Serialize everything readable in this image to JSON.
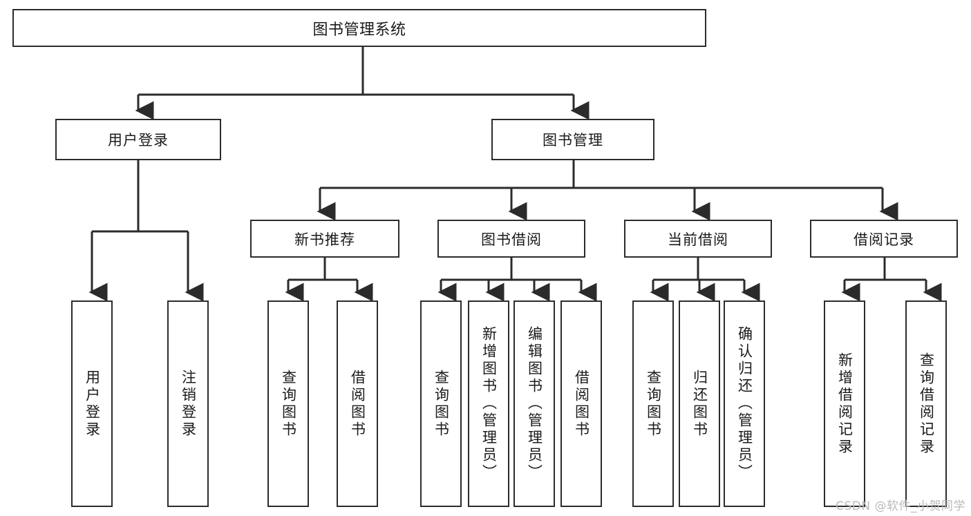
{
  "diagram": {
    "title": "图书管理系统",
    "type": "tree-hierarchy-chart",
    "watermark": "CSDN @软件_小贺同学",
    "colors": {
      "stroke": "#2b2b2b",
      "fill": "#ffffff",
      "text": "#1a1a1a",
      "watermark": "#b9b9b9"
    },
    "root": {
      "label": "图书管理系统"
    },
    "level1": [
      {
        "label": "用户登录"
      },
      {
        "label": "图书管理"
      }
    ],
    "level2": [
      {
        "label": "新书推荐"
      },
      {
        "label": "图书借阅"
      },
      {
        "label": "当前借阅"
      },
      {
        "label": "借阅记录"
      }
    ],
    "leaves": {
      "user_login": [
        {
          "label": "用户登录"
        },
        {
          "label": "注销登录"
        }
      ],
      "new_book_recommend": [
        {
          "label": "查询图书"
        },
        {
          "label": "借阅图书"
        }
      ],
      "book_borrow": [
        {
          "label": "查询图书"
        },
        {
          "label": "新增图书（管理员）"
        },
        {
          "label": "编辑图书（管理员）"
        },
        {
          "label": "借阅图书"
        }
      ],
      "current_borrow": [
        {
          "label": "查询图书"
        },
        {
          "label": "归还图书"
        },
        {
          "label": "确认归还（管理员）"
        }
      ],
      "borrow_record": [
        {
          "label": "新增借阅记录"
        },
        {
          "label": "查询借阅记录"
        }
      ]
    }
  }
}
